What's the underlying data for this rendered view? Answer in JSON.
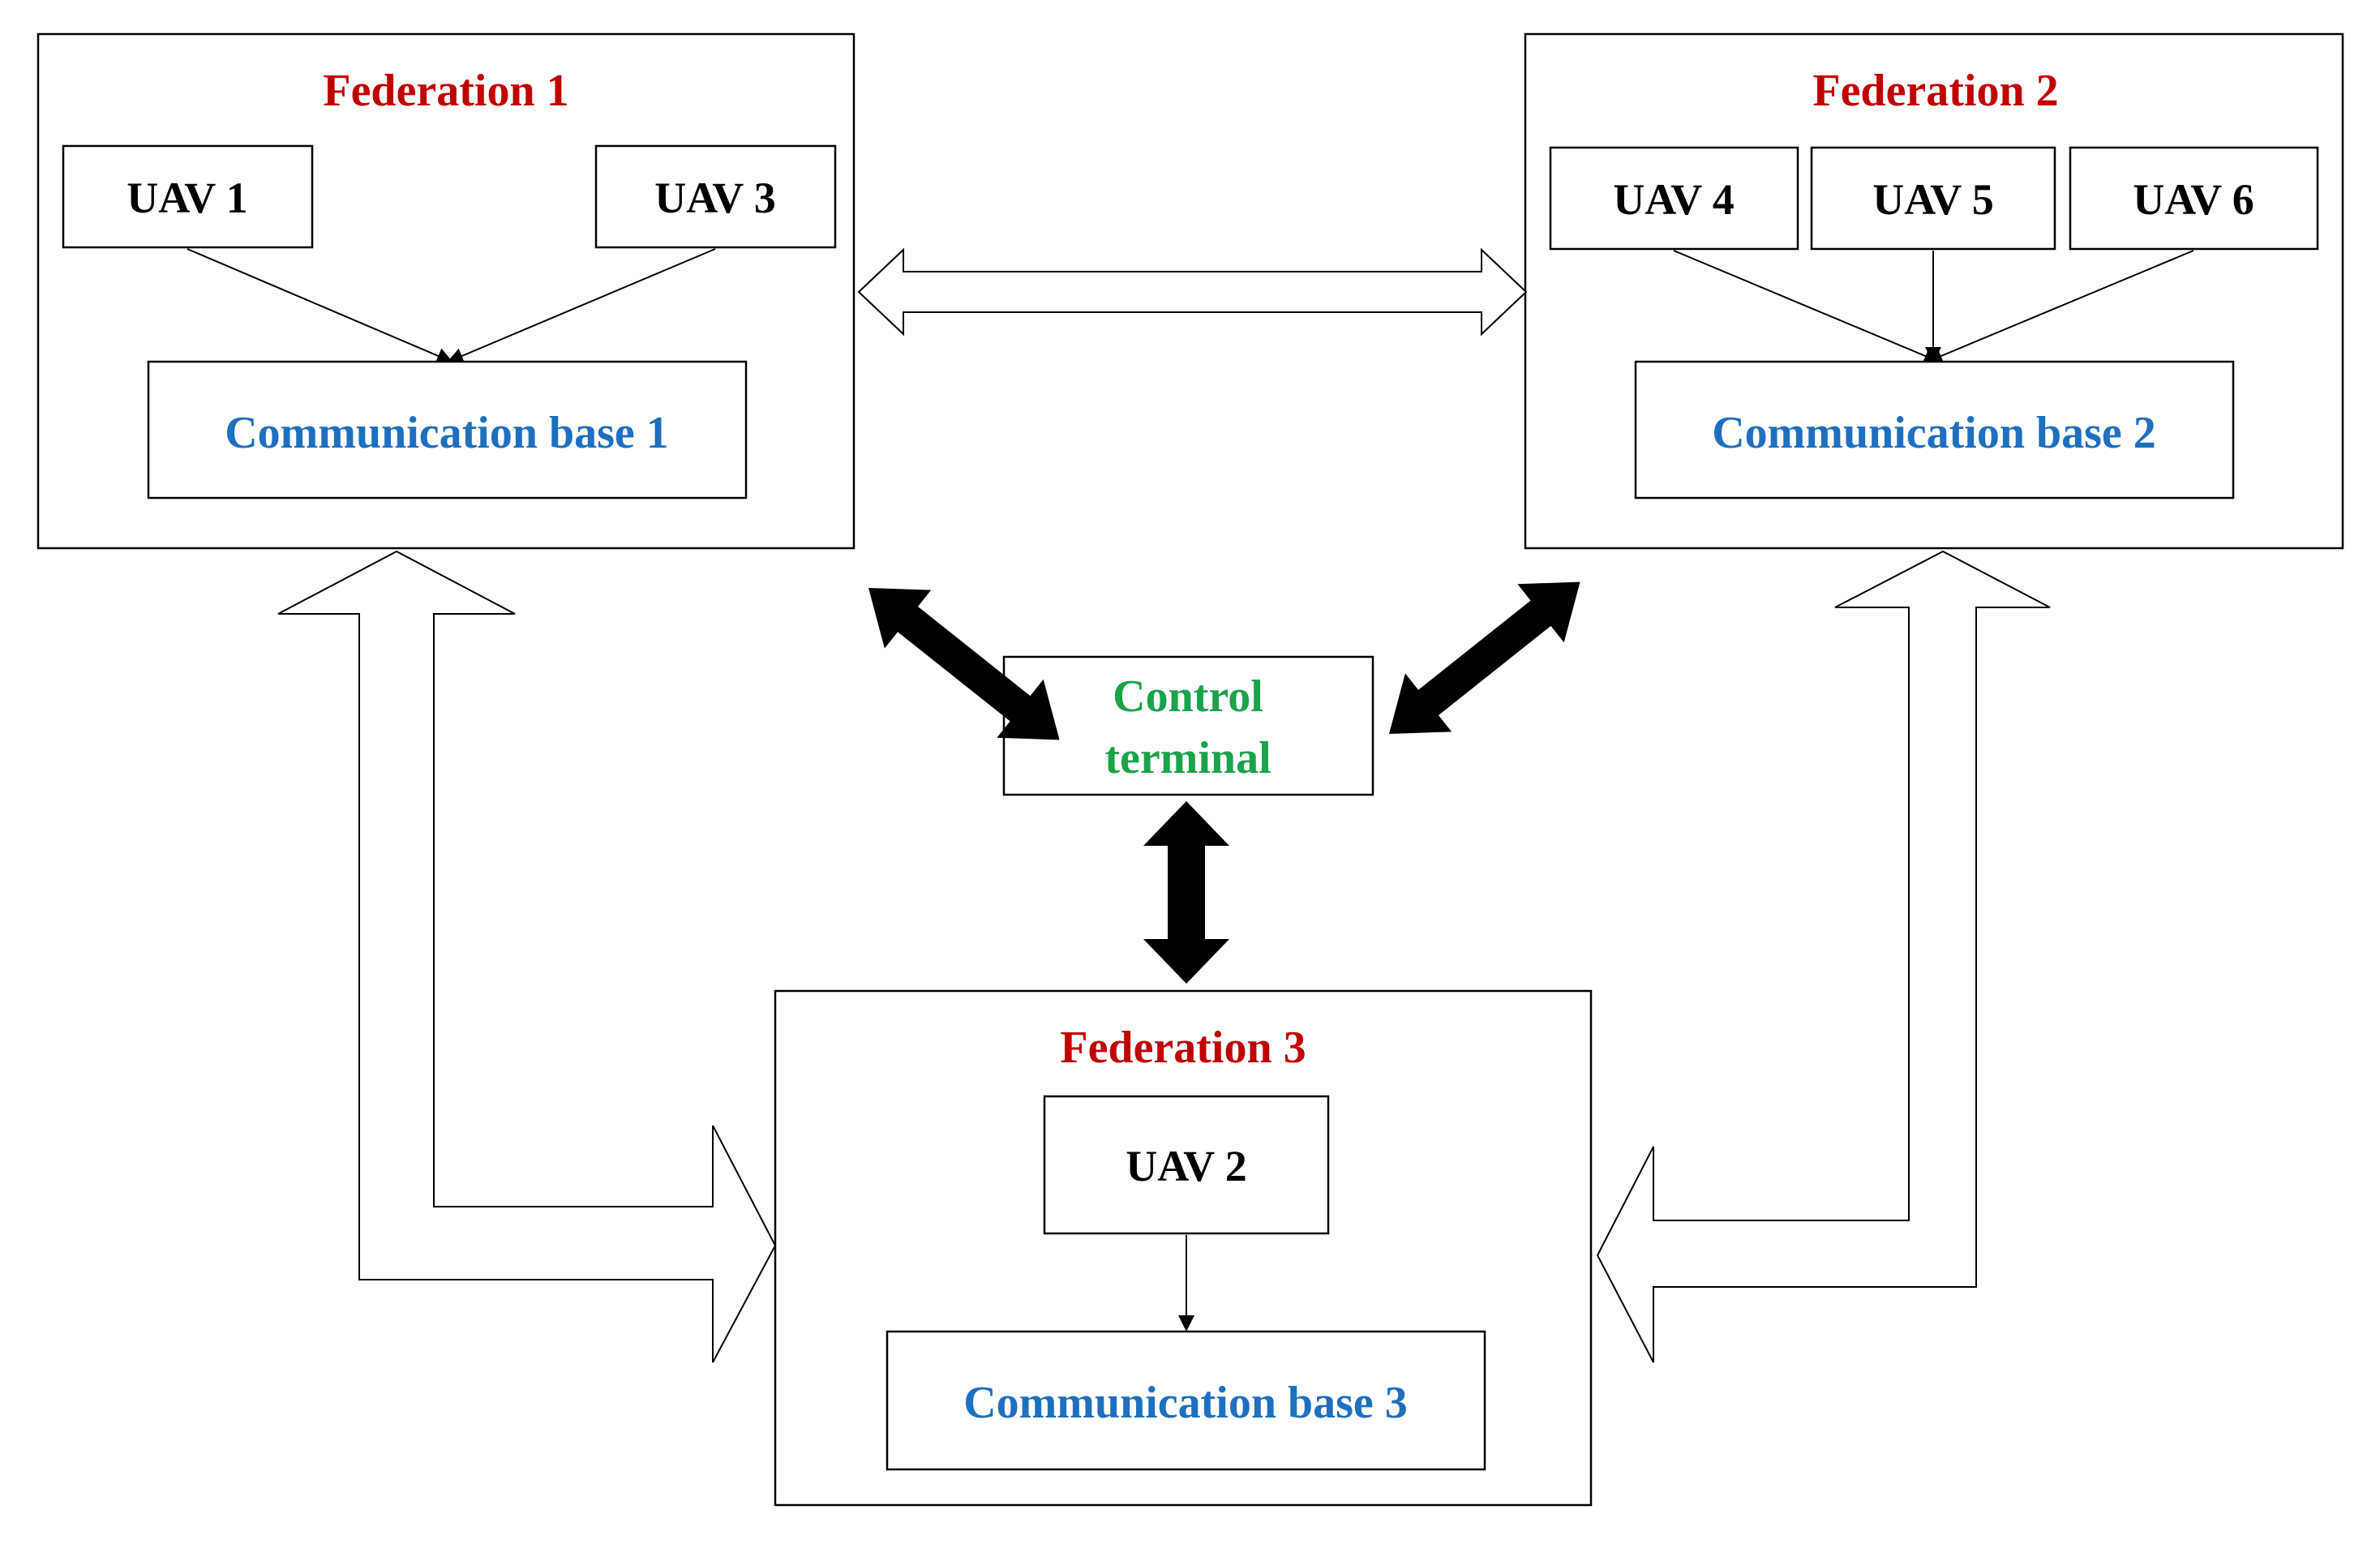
{
  "colors": {
    "federation_title": "#c00000",
    "communication_base": "#1f6fbf",
    "control_terminal": "#1aa34a",
    "uav_text": "#000000",
    "stroke": "#000000",
    "fill_black": "#000000"
  },
  "federation_1": {
    "title": "Federation 1",
    "uavs": [
      "UAV 1",
      "UAV 3"
    ],
    "base": "Communication base 1"
  },
  "federation_2": {
    "title": "Federation 2",
    "uavs": [
      "UAV 4",
      "UAV 5",
      "UAV 6"
    ],
    "base": "Communication base 2"
  },
  "federation_3": {
    "title": "Federation 3",
    "uavs": [
      "UAV 2"
    ],
    "base": "Communication base 3"
  },
  "control_terminal": {
    "line1": "Control",
    "line2": "terminal"
  }
}
